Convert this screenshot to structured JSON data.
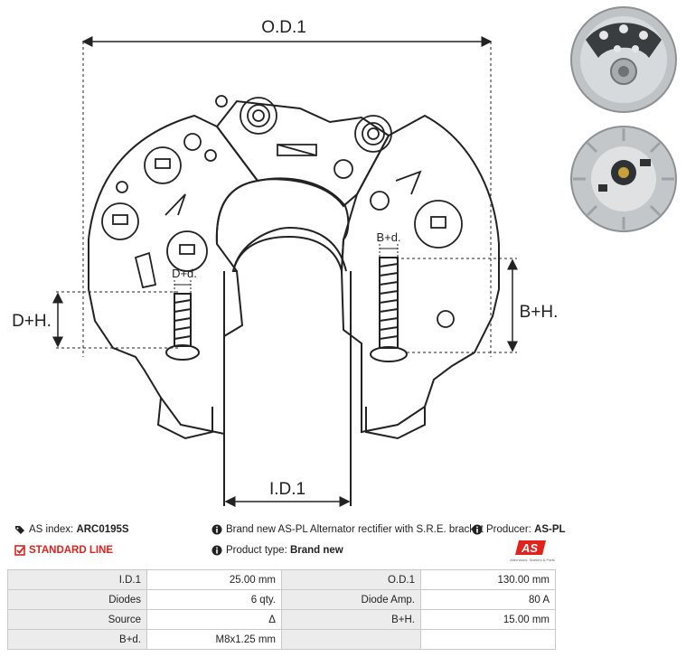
{
  "dimensions": {
    "od1": "O.D.1",
    "id1": "I.D.1",
    "dh": "D+H.",
    "bh": "B+H.",
    "dd": "D+d.",
    "bd": "B+d."
  },
  "info": {
    "as_index_label": "AS index:",
    "as_index_value": "ARC0195S",
    "line": "STANDARD LINE",
    "description": "Brand new AS-PL Alternator rectifier with S.R.E. bracket",
    "producer_label": "Producer:",
    "producer_value": "AS-PL",
    "product_type_label": "Product type:",
    "product_type_value": "Brand new"
  },
  "logo": {
    "mark": "AS",
    "tagline": "Alternators, Starters & Parts"
  },
  "spec_table": [
    [
      "I.D.1",
      "25.00 mm",
      "O.D.1",
      "130.00 mm"
    ],
    [
      "Diodes",
      "6 qty.",
      "Diode Amp.",
      "80 A"
    ],
    [
      "Source",
      "Δ",
      "B+H.",
      "15.00 mm"
    ],
    [
      "B+d.",
      "M8x1.25 mm",
      "",
      ""
    ]
  ],
  "colors": {
    "accent_red": "#e2221c",
    "label_bg": "#ececec",
    "border": "#c9c9c9"
  }
}
